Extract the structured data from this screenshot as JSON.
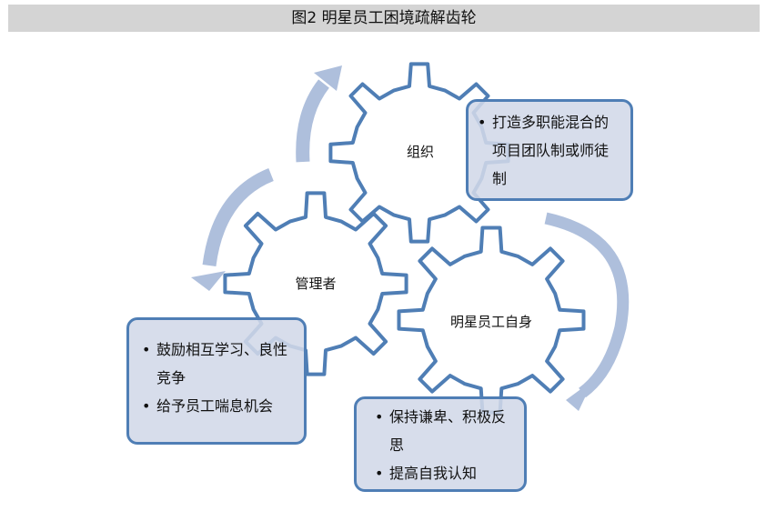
{
  "title": "图2  明星员工困境疏解齿轮",
  "gears": [
    {
      "label": "组织"
    },
    {
      "label": "管理者"
    },
    {
      "label": "明星员工自身"
    }
  ],
  "boxes": [
    {
      "items": [
        "打造多职能混合的项目团队制或师徒制"
      ]
    },
    {
      "items": [
        "鼓励相互学习、良性竞争",
        "给予员工喘息机会"
      ]
    },
    {
      "items": [
        "保持谦卑、积极反思",
        "提高自我认知"
      ]
    }
  ],
  "colors": {
    "gear_stroke": "#4f7eb5",
    "arrow": "#aebfdc",
    "box_fill": "#d2d8e8",
    "title_bg": "#d4d4d4"
  }
}
